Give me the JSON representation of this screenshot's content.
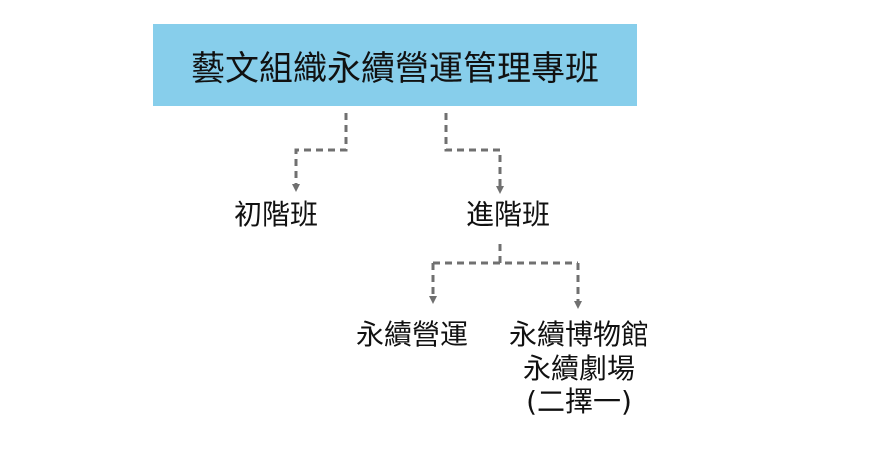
{
  "diagram": {
    "root": {
      "label": "藝文組織永續營運管理專班"
    },
    "level1": [
      {
        "label": "初階班"
      },
      {
        "label": "進階班"
      }
    ],
    "level2": [
      {
        "label": "永續營運"
      },
      {
        "lines": [
          "永續博物館",
          "永續劇場",
          "(二擇一)"
        ]
      }
    ],
    "colors": {
      "root_fill": "#87ceeb",
      "connector": "#707070",
      "text": "#111111"
    }
  }
}
